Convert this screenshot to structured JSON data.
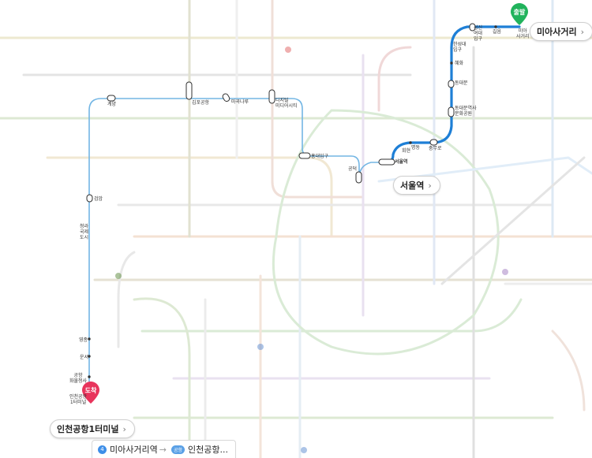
{
  "route": {
    "start_marker": "출발",
    "end_marker": "도착",
    "start_station": "미아사거리",
    "transfer_station": "서울역",
    "end_station": "인천공항1터미널"
  },
  "stations": {
    "gyeyang": "계양",
    "gimpo": "김포공항",
    "magoknaru": "마곡나루",
    "dmc": "디지털\n미디어시티",
    "hongdae": "홍대입구",
    "gongdeok": "공덕",
    "seoul": "서울역",
    "hoehyeon": "회현",
    "myeongdong": "명동",
    "chungmuro": "충무로",
    "ddp": "동대문역사\n문화공원",
    "dongdaemun": "동대문",
    "hyehwa": "혜화",
    "hansung": "한성대\n입구",
    "sungshin": "성신\n여대\n입구",
    "gireum": "길음",
    "mia_sageori": "미아\n사거리",
    "geomam": "검암",
    "cheongna": "청라\n국제\n도시",
    "yeongjong": "영종",
    "unseo": "운서",
    "hwamul": "공항\n화물청사",
    "terminal1": "인천공항\n1터미널"
  },
  "bottom_panel": {
    "line_badge": "4",
    "from": "미아사거리역",
    "arrow": "→",
    "via_badge": "공항",
    "to": "인천공항..."
  },
  "icons": {
    "start_pin": "start-pin-icon",
    "end_pin": "end-pin-icon",
    "chevron": "chevron-right-icon"
  },
  "colors": {
    "route_blue": "#1e7fd6",
    "airport_line": "#73b6e4",
    "start_green": "#21b35c",
    "end_red": "#e8345c"
  }
}
